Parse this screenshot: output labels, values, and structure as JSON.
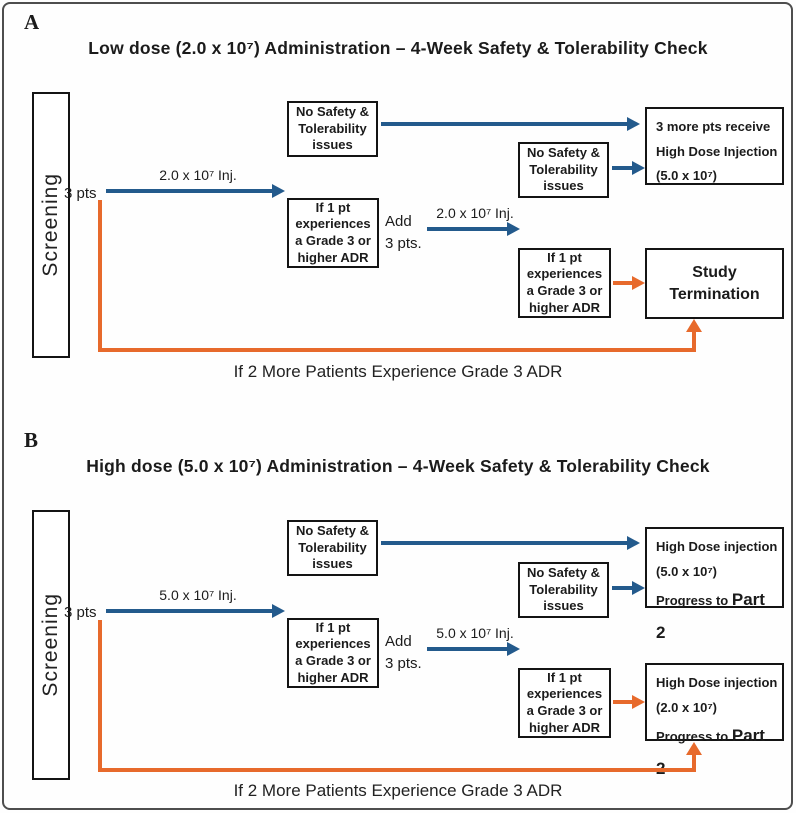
{
  "colors": {
    "blue": "#235a8c",
    "orange": "#e76a2c"
  },
  "panel_a": {
    "label": "A",
    "title": "Low dose (2.0 x 10⁷) Administration – 4-Week Safety & Tolerability Check",
    "screening": "Screening",
    "pts": "3 pts",
    "inj1_label": "2.0 x 10⁷ Inj.",
    "no_safety_1": "No Safety &\nTolerability\nissues",
    "adr_1": "If 1 pt\nexperiences\na Grade 3 or\nhigher ADR",
    "add_pts": "Add\n3 pts.",
    "inj2_label": "2.0 x 10⁷ Inj.",
    "no_safety_2": "No Safety &\nTolerability\nissues",
    "adr_2": "If 1 pt\nexperiences\na Grade 3 or\nhigher ADR",
    "outcome_top": {
      "line1": "3 more pts receive",
      "line2": "High Dose Injection",
      "line3": "(5.0 x 10⁷)"
    },
    "outcome_bottom": "Study\nTermination",
    "escape_label": "If 2 More Patients Experience Grade 3 ADR"
  },
  "panel_b": {
    "label": "B",
    "title": "High dose (5.0 x 10⁷) Administration – 4-Week Safety & Tolerability Check",
    "screening": "Screening",
    "pts": "3 pts",
    "inj1_label": "5.0 x 10⁷ Inj.",
    "no_safety_1": "No Safety &\nTolerability\nissues",
    "adr_1": "If 1 pt\nexperiences\na Grade 3 or\nhigher ADR",
    "add_pts": "Add\n3 pts.",
    "inj2_label": "5.0 x 10⁷ Inj.",
    "no_safety_2": "No Safety &\nTolerability\nissues",
    "adr_2": "If 1 pt\nexperiences\na Grade 3 or\nhigher ADR",
    "outcome_top": {
      "line1": "High Dose injection",
      "line2": "(5.0 x 10⁷)",
      "line3_pre": "Progress to ",
      "line3_part": "Part 2"
    },
    "outcome_bottom": {
      "line1": "High Dose injection",
      "line2": "(2.0 x 10⁷)",
      "line3_pre": "Progress to ",
      "line3_part": "Part 2"
    },
    "escape_label": "If 2 More Patients Experience Grade 3 ADR"
  }
}
